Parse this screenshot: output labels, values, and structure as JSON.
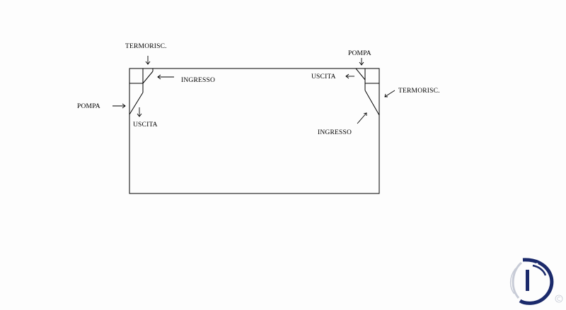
{
  "labels": {
    "left_termorisc": "TERMORISC.",
    "left_ingresso": "INGRESSO",
    "left_pompa": "POMPA",
    "left_uscita": "USCITA",
    "right_pompa": "POMPA",
    "right_uscita": "USCITA",
    "right_termorisc": "TERMORISC.",
    "right_ingresso": "INGRESSO"
  },
  "colors": {
    "line": "#000000",
    "background": "#fdfdfd",
    "logo_navy": "#1b2a6b",
    "logo_light": "#c7cbd6"
  },
  "logo": {
    "icon": "fish-logo-icon",
    "mark": "copyright-icon"
  }
}
